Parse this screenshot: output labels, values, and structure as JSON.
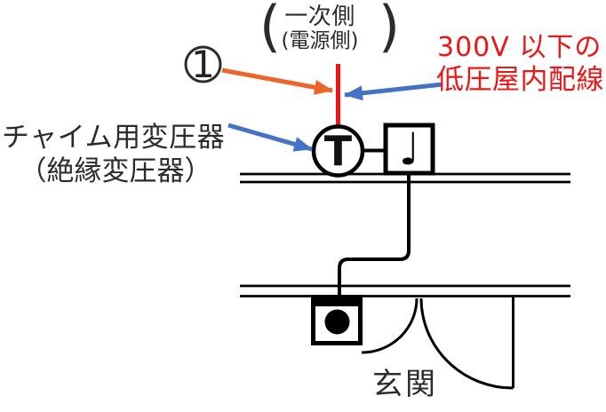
{
  "diagram": {
    "primary_side": {
      "paren_left": "(",
      "line1": "一次側",
      "line2": "(電源側)",
      "paren_right": ")"
    },
    "callout": {
      "number": "1"
    },
    "voltage_label": {
      "line1": "300V 以下の",
      "line2": "低圧屋内配線"
    },
    "transformer_label": {
      "line1": "チャイム用変圧器",
      "line2": "（絶縁変圧器）"
    },
    "symbols": {
      "transformer": "T",
      "chime_note": "♩"
    },
    "entrance_label": "玄関",
    "colors": {
      "red": "#ee1515",
      "blue": "#4472c4",
      "orange": "#ed6428",
      "text": "#2b2b2b"
    }
  }
}
